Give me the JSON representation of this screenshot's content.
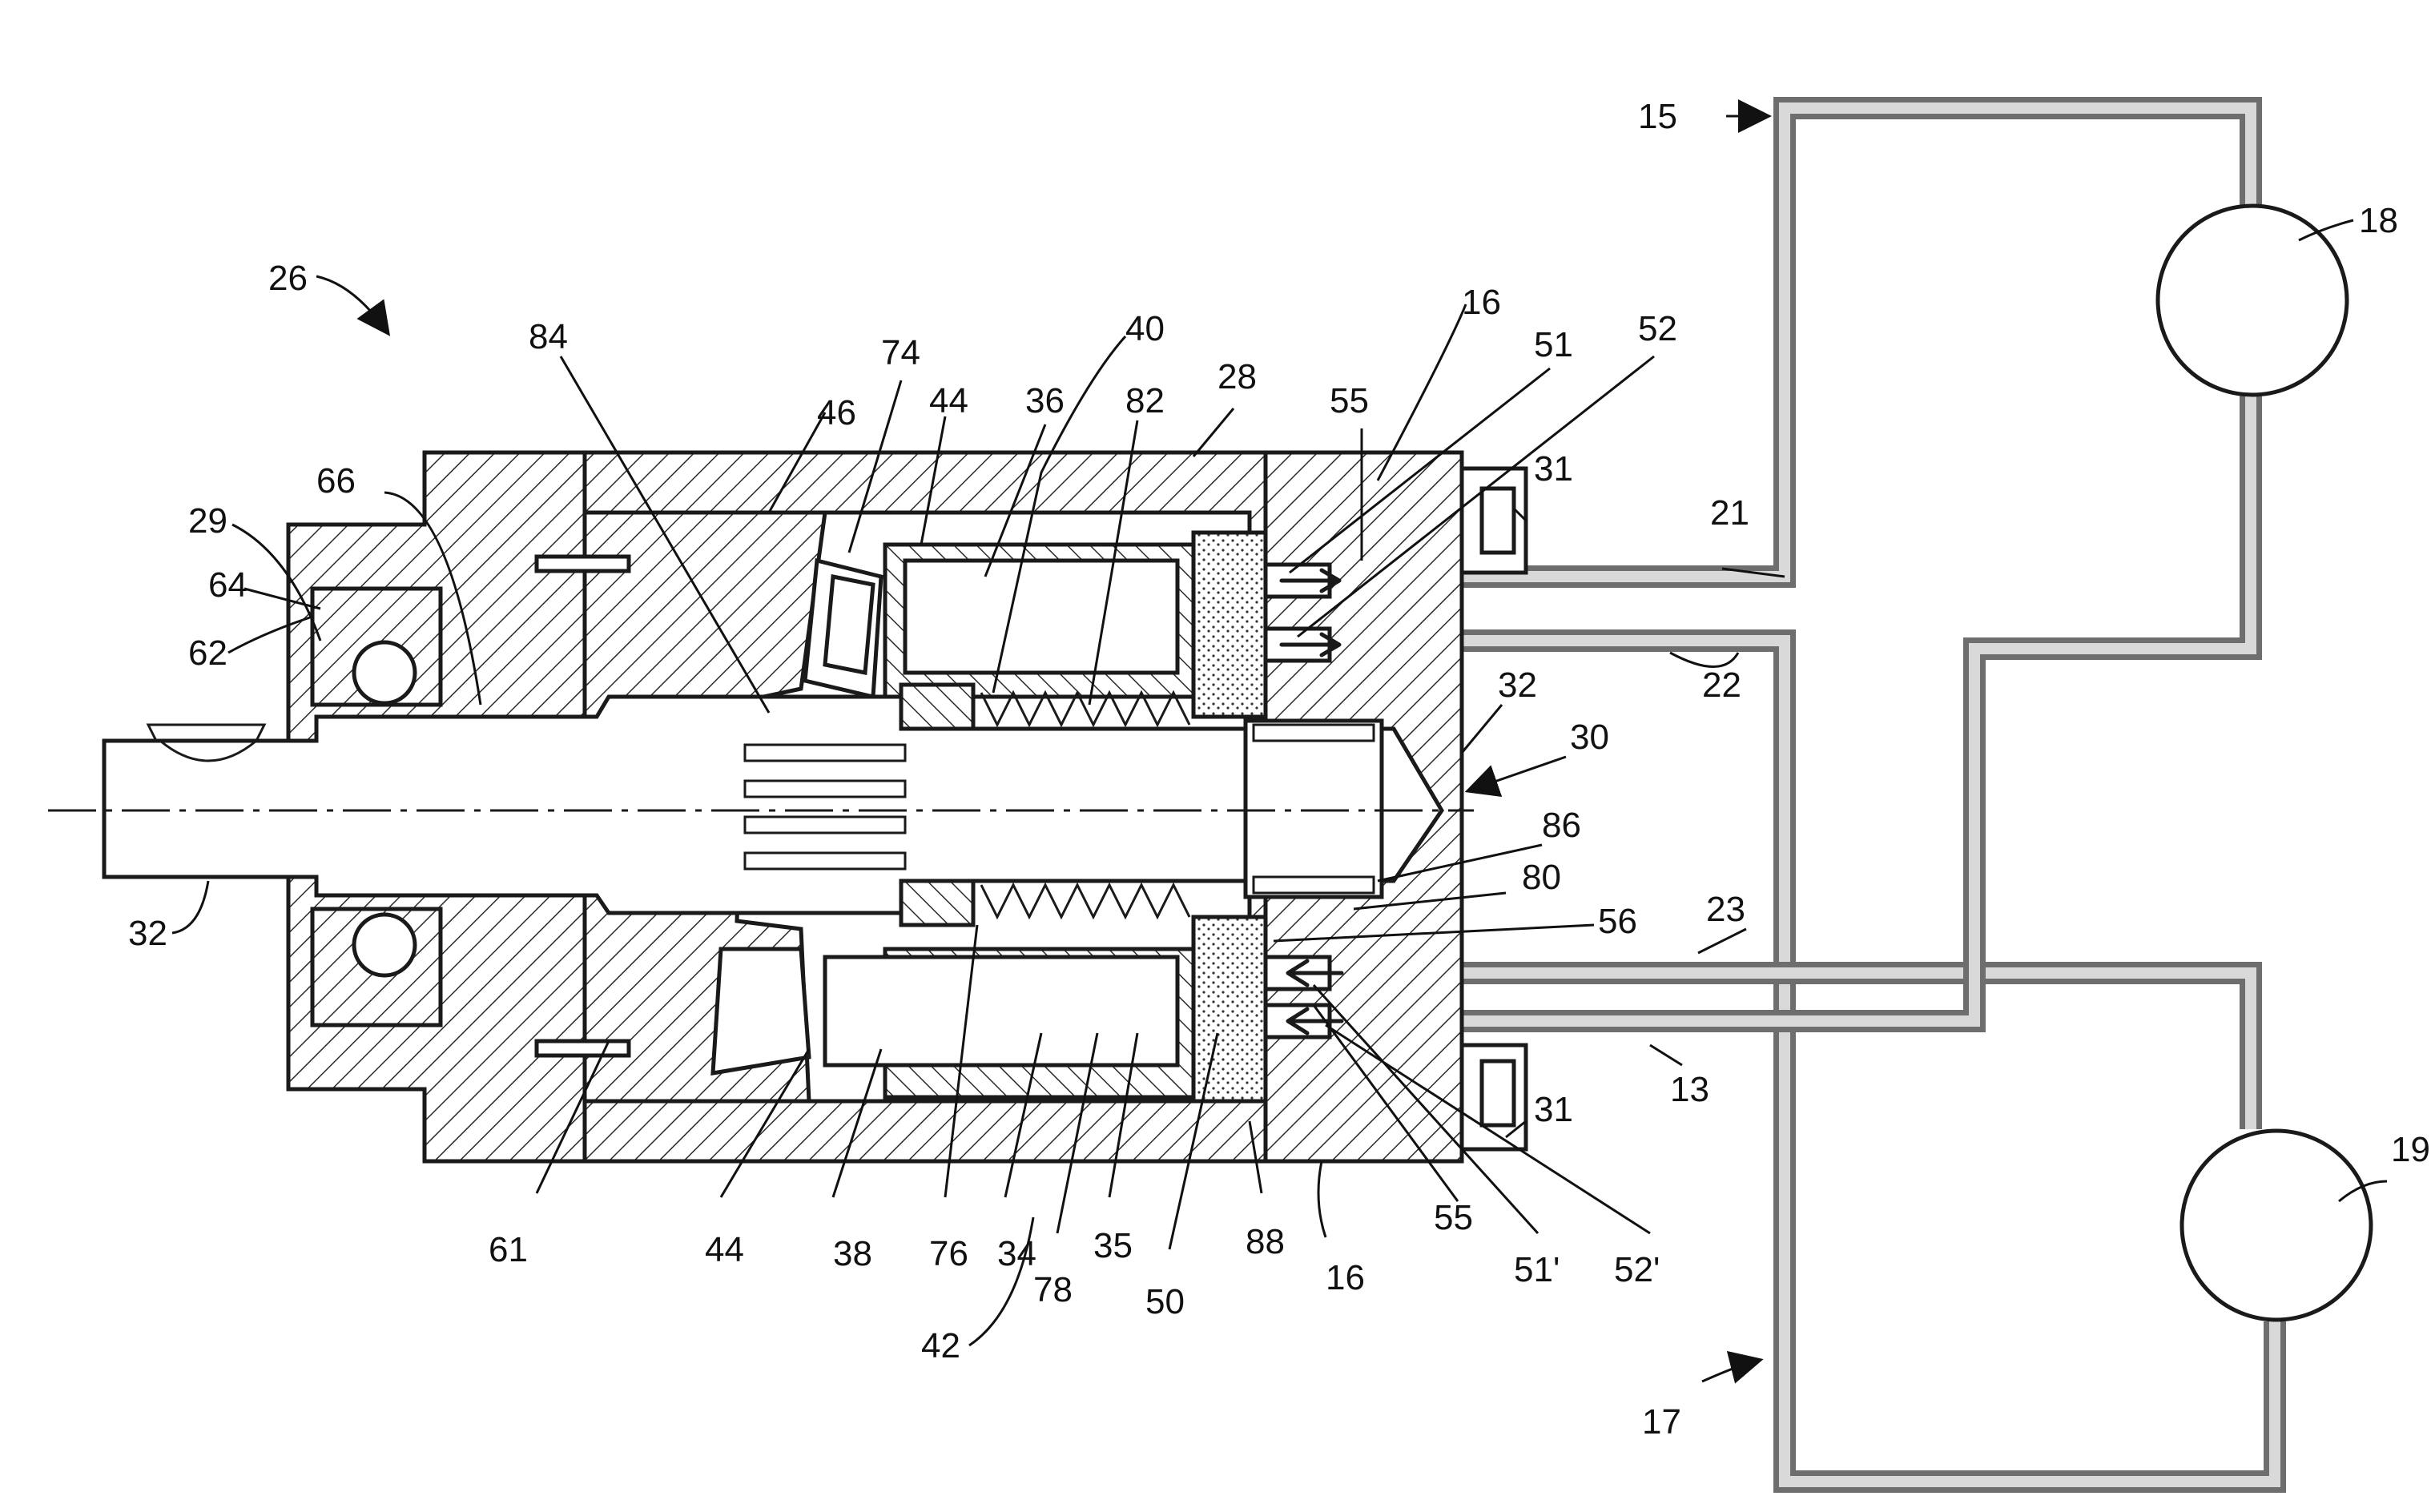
{
  "figure": {
    "reference_numerals": [
      {
        "key": "n15",
        "text": "15"
      },
      {
        "key": "n18",
        "text": "18"
      },
      {
        "key": "n26",
        "text": "26"
      },
      {
        "key": "n16a",
        "text": "16"
      },
      {
        "key": "n40",
        "text": "40"
      },
      {
        "key": "n84",
        "text": "84"
      },
      {
        "key": "n74",
        "text": "74"
      },
      {
        "key": "n44a",
        "text": "44"
      },
      {
        "key": "n36",
        "text": "36"
      },
      {
        "key": "n82",
        "text": "82"
      },
      {
        "key": "n28",
        "text": "28"
      },
      {
        "key": "n55a",
        "text": "55"
      },
      {
        "key": "n51",
        "text": "51"
      },
      {
        "key": "n52",
        "text": "52"
      },
      {
        "key": "n46",
        "text": "46"
      },
      {
        "key": "n66",
        "text": "66"
      },
      {
        "key": "n29",
        "text": "29"
      },
      {
        "key": "n64",
        "text": "64"
      },
      {
        "key": "n62",
        "text": "62"
      },
      {
        "key": "n31a",
        "text": "31"
      },
      {
        "key": "n21",
        "text": "21"
      },
      {
        "key": "n22",
        "text": "22"
      },
      {
        "key": "n32a",
        "text": "32"
      },
      {
        "key": "n30",
        "text": "30"
      },
      {
        "key": "n86",
        "text": "86"
      },
      {
        "key": "n80",
        "text": "80"
      },
      {
        "key": "n56",
        "text": "56"
      },
      {
        "key": "n23",
        "text": "23"
      },
      {
        "key": "n32b",
        "text": "32"
      },
      {
        "key": "n13",
        "text": "13"
      },
      {
        "key": "n31b",
        "text": "31"
      },
      {
        "key": "n19",
        "text": "19"
      },
      {
        "key": "n61",
        "text": "61"
      },
      {
        "key": "n44b",
        "text": "44"
      },
      {
        "key": "n38",
        "text": "38"
      },
      {
        "key": "n76",
        "text": "76"
      },
      {
        "key": "n34",
        "text": "34"
      },
      {
        "key": "n78",
        "text": "78"
      },
      {
        "key": "n35",
        "text": "35"
      },
      {
        "key": "n50",
        "text": "50"
      },
      {
        "key": "n88",
        "text": "88"
      },
      {
        "key": "n16b",
        "text": "16"
      },
      {
        "key": "n55b",
        "text": "55"
      },
      {
        "key": "n51p",
        "text": "51'"
      },
      {
        "key": "n52p",
        "text": "52'"
      },
      {
        "key": "n42",
        "text": "42"
      },
      {
        "key": "n17",
        "text": "17"
      }
    ]
  }
}
